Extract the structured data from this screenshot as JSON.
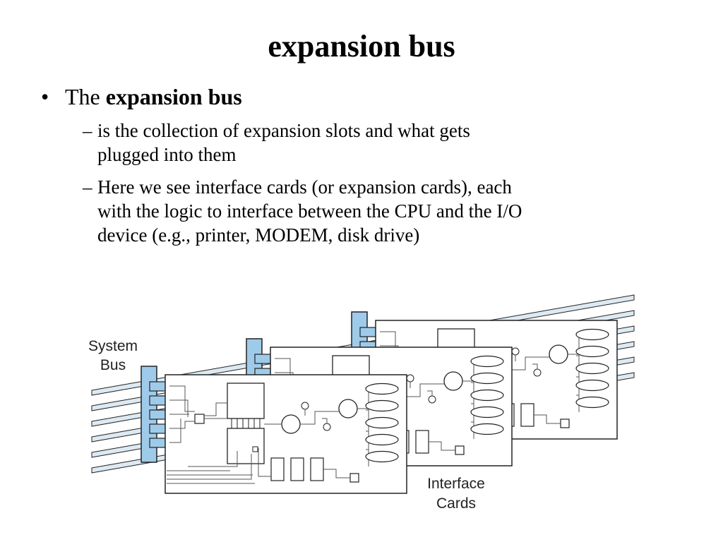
{
  "slide": {
    "title": "expansion bus",
    "bullet": {
      "marker": "•",
      "prefix": "The ",
      "bold": "expansion bus"
    },
    "subbullets": [
      {
        "marker": "–",
        "lines": [
          "is the collection of expansion slots and what gets",
          "plugged into them"
        ]
      },
      {
        "marker": "–",
        "lines": [
          "Here we see interface cards (or expansion cards), each",
          "with the logic to interface between the CPU and the I/O",
          "device (e.g., printer, MODEM, disk drive)"
        ]
      }
    ]
  },
  "diagram": {
    "labels": {
      "system_bus": [
        "System",
        "Bus"
      ],
      "interface_cards": [
        "Interface",
        "Cards"
      ]
    },
    "colors": {
      "bus_fill": "#ddeaf3",
      "connector": "#9fcbea",
      "stroke": "#222222"
    }
  }
}
